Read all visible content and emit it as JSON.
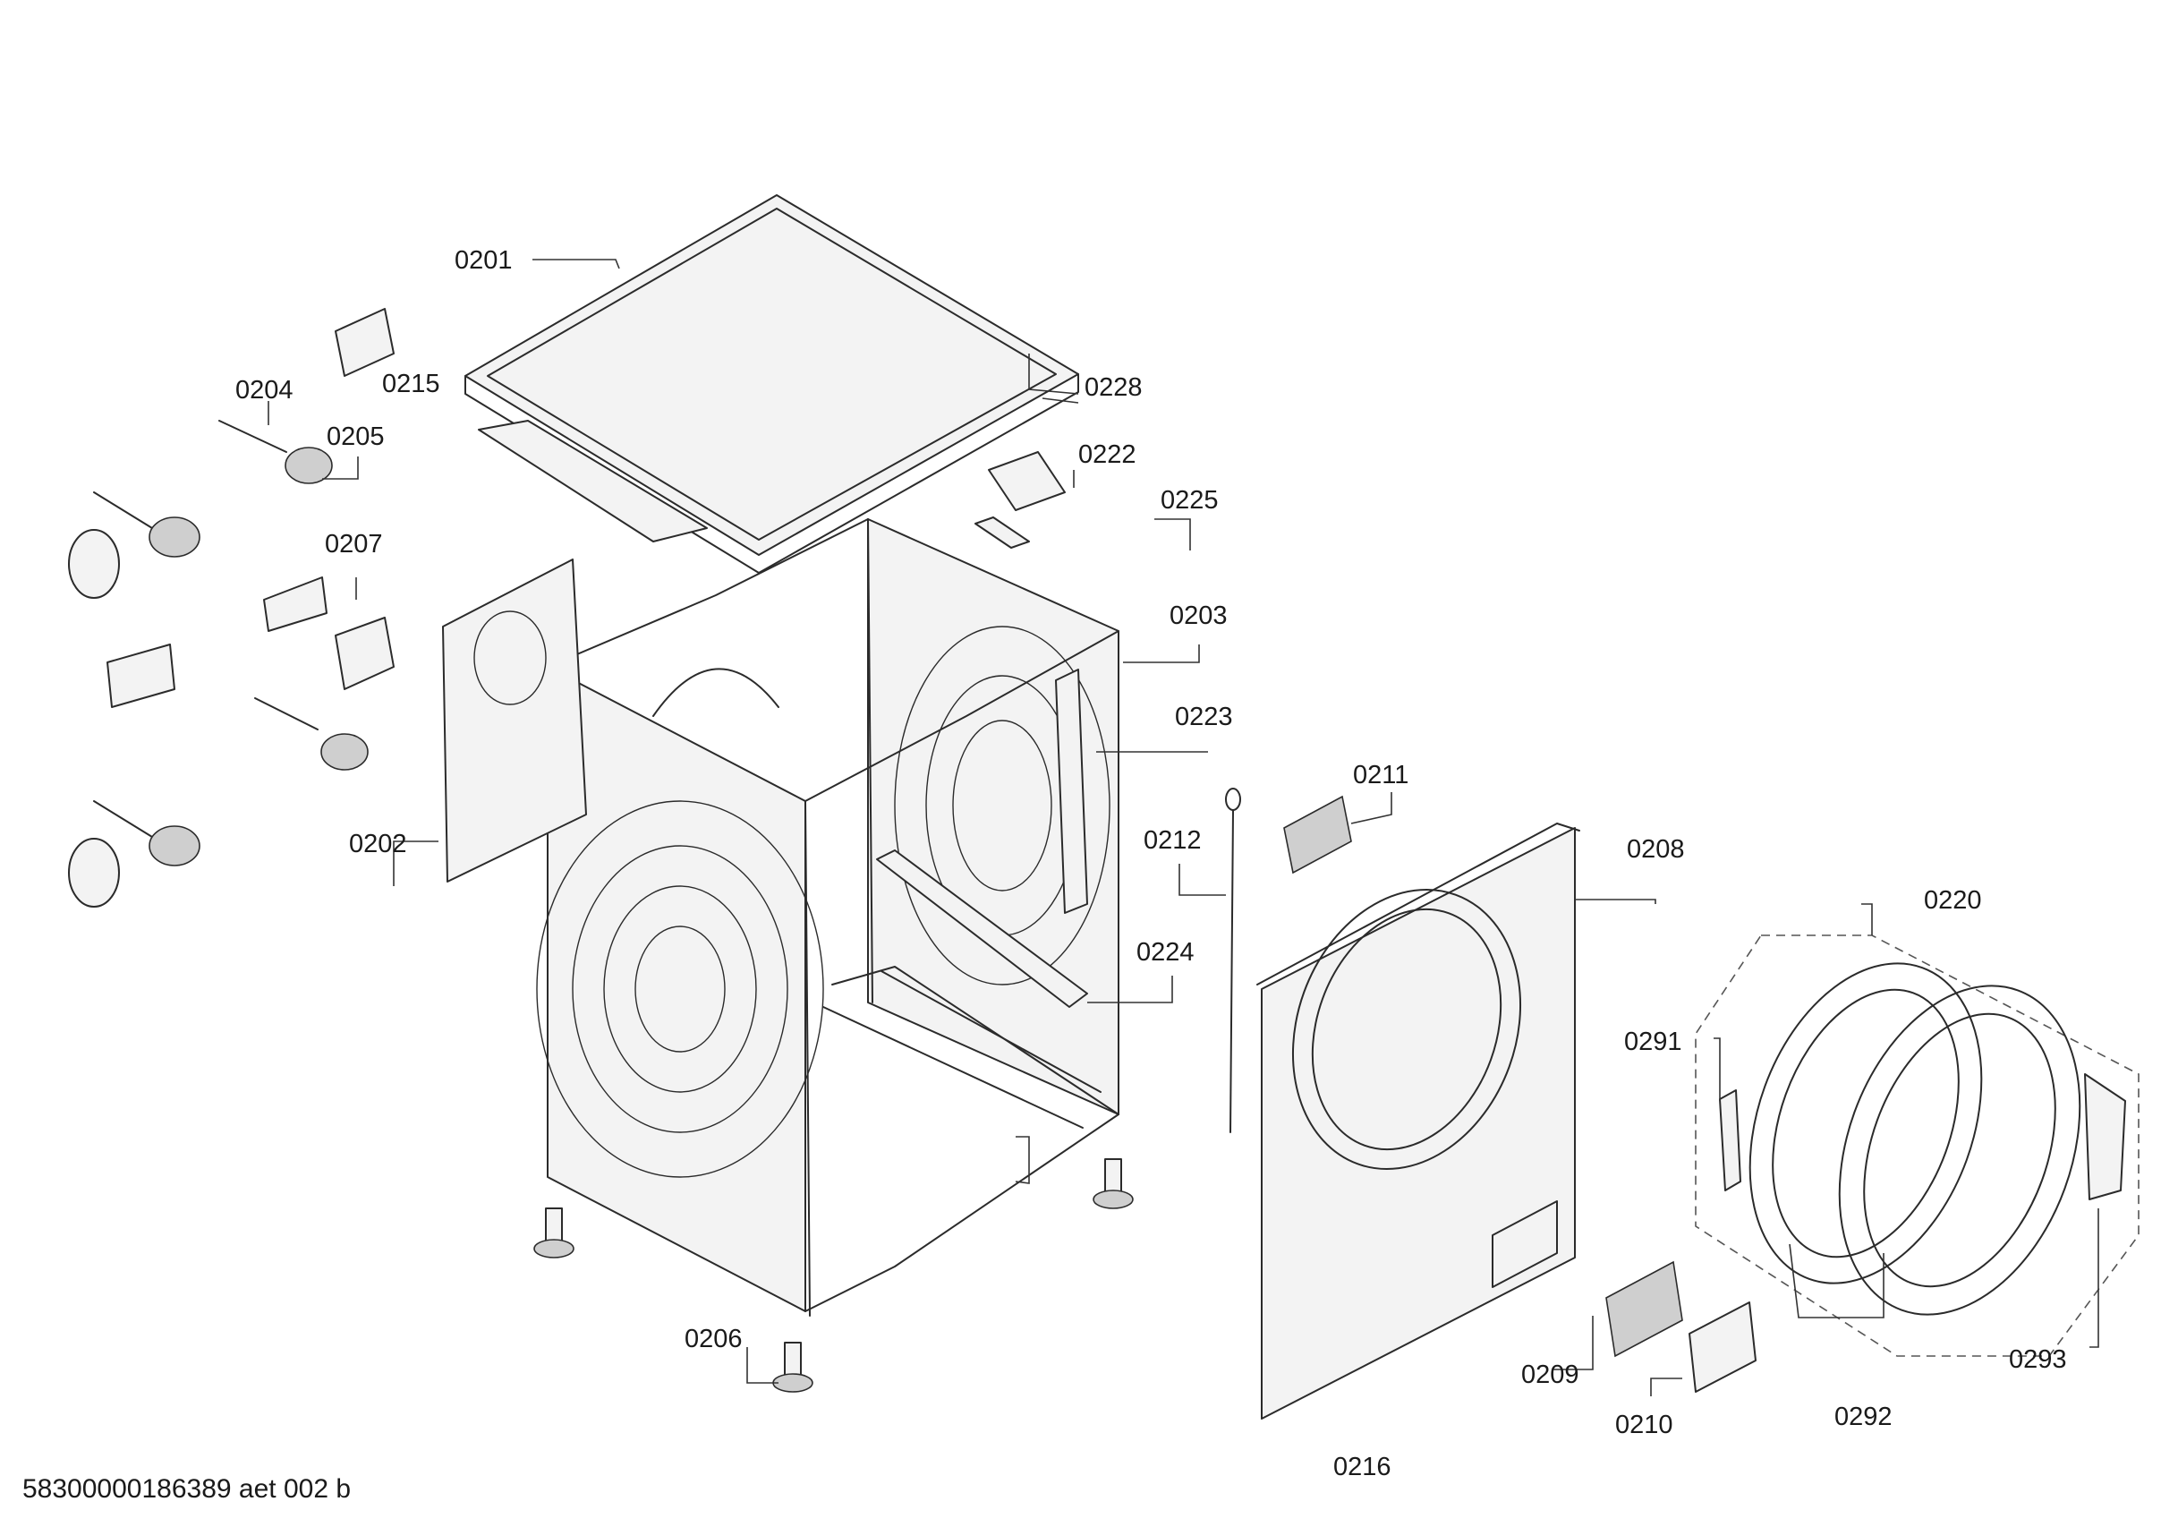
{
  "callouts": {
    "c0201": "0201",
    "c0202": "0202",
    "c0203": "0203",
    "c0204": "0204",
    "c0205": "0205",
    "c0206": "0206",
    "c0207": "0207",
    "c0208": "0208",
    "c0209": "0209",
    "c0210": "0210",
    "c0211": "0211",
    "c0212": "0212",
    "c0215": "0215",
    "c0216": "0216",
    "c0220": "0220",
    "c0222": "0222",
    "c0223": "0223",
    "c0224": "0224",
    "c0225": "0225",
    "c0228": "0228",
    "c0291": "0291",
    "c0292": "0292",
    "c0293": "0293"
  },
  "footer": {
    "drawing_id": "58300000186389 aet 002 b"
  }
}
